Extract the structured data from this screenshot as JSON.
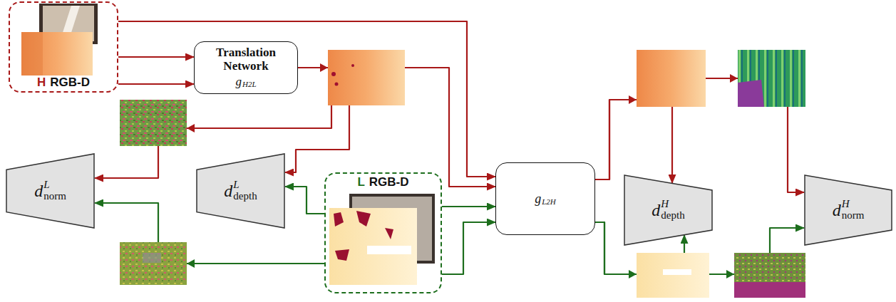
{
  "diagram": {
    "nodes": [
      {
        "text": [
          "H",
          "RGB-D"
        ]
      },
      {
        "text": [
          "Translation Network",
          "g",
          "H2L"
        ]
      },
      {
        "text": [
          "d",
          "L",
          "norm"
        ]
      },
      {
        "text": [
          "d",
          "L",
          "depth"
        ]
      },
      {
        "text": [
          "L",
          "RGB-D"
        ]
      },
      {
        "text": [
          "g",
          "L2H"
        ]
      },
      {
        "text": [
          "d",
          "H",
          "depth"
        ]
      },
      {
        "text": [
          "d",
          "H",
          "norm"
        ]
      }
    ],
    "edges": [
      {
        "from": 0,
        "to": 1,
        "arrow": "to"
      },
      {
        "from": 0,
        "to": 1,
        "arrow": "to"
      },
      {
        "from": 0,
        "to": 5,
        "arrow": "to"
      },
      {
        "from": 1,
        "to": 2,
        "arrow": "to"
      },
      {
        "from": 1,
        "to": 3,
        "arrow": "to"
      },
      {
        "from": 1,
        "to": 5,
        "arrow": "to"
      },
      {
        "from": 4,
        "to": 2,
        "arrow": "to"
      },
      {
        "from": 4,
        "to": 3,
        "arrow": "to"
      },
      {
        "from": 4,
        "to": 5,
        "arrow": "to"
      },
      {
        "from": 4,
        "to": 5,
        "arrow": "to"
      },
      {
        "from": 5,
        "to": 6,
        "arrow": "to"
      },
      {
        "from": 5,
        "to": 7,
        "arrow": "to"
      },
      {
        "from": 5,
        "to": 6,
        "arrow": "to"
      },
      {
        "from": 5,
        "to": 7,
        "arrow": "to"
      }
    ]
  }
}
